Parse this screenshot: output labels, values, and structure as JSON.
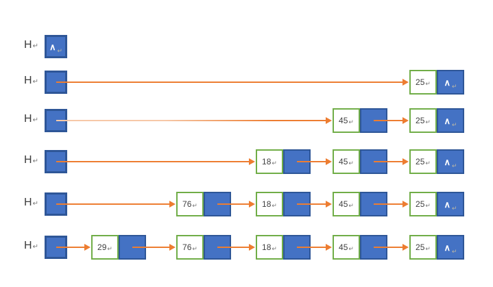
{
  "diagram": {
    "description": "linked list head-insertion stages",
    "symbols": {
      "head_label": "H",
      "return_mark": "↵",
      "null_marker": "∧"
    },
    "colors": {
      "background": "#ffffff",
      "node_fill": "#4472C4",
      "node_border": "#2E5697",
      "value_cell_border": "#70AD47",
      "value_cell_fill": "#ffffff",
      "arrow": "#ED7D31",
      "arrow_faded": "#F6C8A8",
      "label_text": "#3b3b3b",
      "mark_on_white": "#767676",
      "mark_on_blue": "#BDB8A4"
    },
    "rows": [
      {
        "head_label": "H",
        "head_points_to": "null",
        "nodes": []
      },
      {
        "head_label": "H",
        "head_points_to": "first-node",
        "nodes": [
          {
            "value": "25",
            "next": "null"
          }
        ]
      },
      {
        "head_label": "H",
        "head_points_to": "first-node",
        "nodes": [
          {
            "value": "45",
            "next": "node"
          },
          {
            "value": "25",
            "next": "null"
          }
        ]
      },
      {
        "head_label": "H",
        "head_points_to": "first-node",
        "nodes": [
          {
            "value": "18",
            "next": "node"
          },
          {
            "value": "45",
            "next": "node"
          },
          {
            "value": "25",
            "next": "null"
          }
        ]
      },
      {
        "head_label": "H",
        "head_points_to": "first-node",
        "nodes": [
          {
            "value": "76",
            "next": "node"
          },
          {
            "value": "18",
            "next": "node"
          },
          {
            "value": "45",
            "next": "node"
          },
          {
            "value": "25",
            "next": "null"
          }
        ]
      },
      {
        "head_label": "H",
        "head_points_to": "first-node",
        "nodes": [
          {
            "value": "29",
            "next": "node"
          },
          {
            "value": "76",
            "next": "node"
          },
          {
            "value": "18",
            "next": "node"
          },
          {
            "value": "45",
            "next": "node"
          },
          {
            "value": "25",
            "next": "null"
          }
        ]
      }
    ]
  }
}
